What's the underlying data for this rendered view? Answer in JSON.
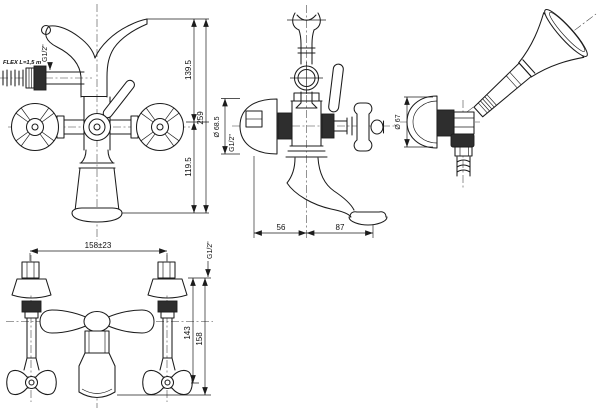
{
  "meta": {
    "description": "Technical dimensional drawing of a wall-mounted bath-shower mixer faucet with hand shower",
    "background": "#ffffff",
    "line_color": "#1c1c1c"
  },
  "views": {
    "front": {
      "labels": {
        "flex": "FLEX L=1,5 m",
        "thread": "G1/2\"",
        "dim_upper": "139.5",
        "dim_lower": "119.5",
        "dim_total": "259"
      }
    },
    "side": {
      "labels": {
        "diameter": "Ø 68.5",
        "thread": "G1/2\"",
        "dim_wall": "56",
        "dim_spout": "87"
      }
    },
    "handshower": {
      "labels": {
        "diameter": "Ø 67"
      }
    },
    "plan": {
      "labels": {
        "dim_centers": "158±23",
        "thread": "G1/2\"",
        "dim_inner": "143",
        "dim_outer": "158"
      }
    }
  }
}
